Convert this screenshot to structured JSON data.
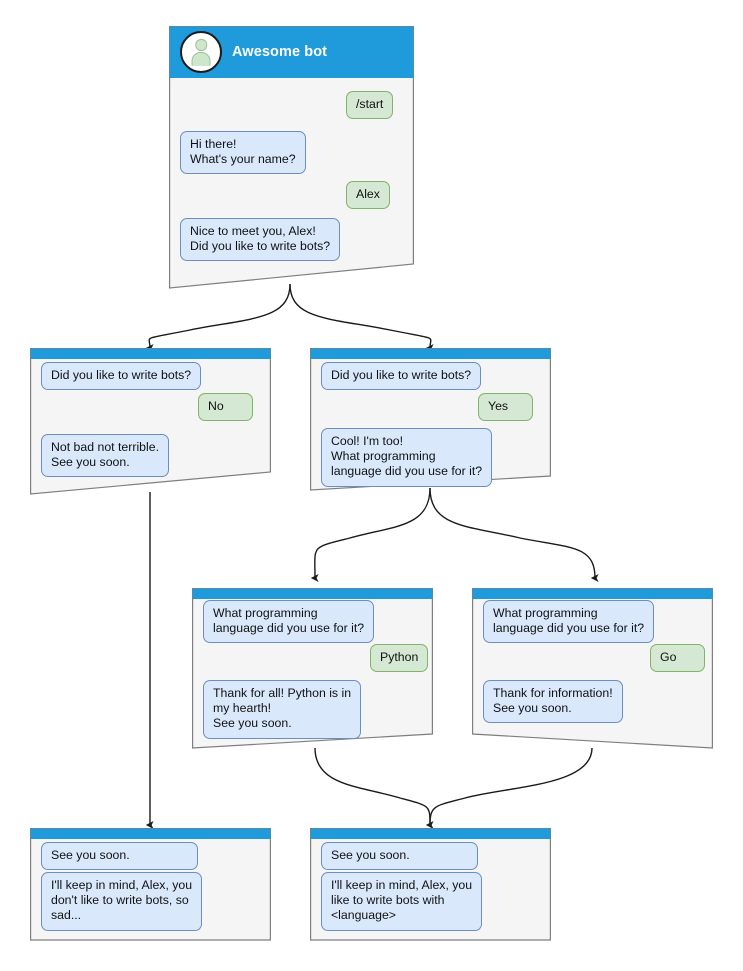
{
  "diagram": {
    "title": "Awesome bot conversation flow",
    "type": "bot-dialog-flowchart"
  },
  "colors": {
    "header_blue": "#1f9ada",
    "card_bg": "#f5f5f5",
    "card_border": "#7f7f7f",
    "bot_bubble_bg": "#dae8fc",
    "bot_bubble_border": "#6c8ebf",
    "user_bubble_bg": "#d5e8d4",
    "user_bubble_border": "#82b366",
    "edge": "#1a1a1a",
    "avatar_fill": "#cfe6cc"
  },
  "cards": [
    {
      "id": "root",
      "header": {
        "title": "Awesome bot",
        "avatar": "person-avatar-icon",
        "show": true
      },
      "messages": [
        {
          "from": "user",
          "text": "/start"
        },
        {
          "from": "bot",
          "text": "Hi there!\nWhat's your name?"
        },
        {
          "from": "user",
          "text": "Alex"
        },
        {
          "from": "bot",
          "text": "Nice to meet you, Alex!\nDid you like to write bots?"
        }
      ]
    },
    {
      "id": "no-branch",
      "header": {
        "title": "",
        "avatar": "",
        "show": false
      },
      "messages": [
        {
          "from": "bot",
          "text": "Did you like to write bots?"
        },
        {
          "from": "user",
          "text": "No"
        },
        {
          "from": "bot",
          "text": "Not bad not terrible.\nSee you soon."
        }
      ]
    },
    {
      "id": "yes-branch",
      "header": {
        "title": "",
        "avatar": "",
        "show": false
      },
      "messages": [
        {
          "from": "bot",
          "text": "Did you like to write bots?"
        },
        {
          "from": "user",
          "text": "Yes"
        },
        {
          "from": "bot",
          "text": "Cool! I'm too!\nWhat programming\nlanguage did you use for it?"
        }
      ]
    },
    {
      "id": "python-branch",
      "header": {
        "title": "",
        "avatar": "",
        "show": false
      },
      "messages": [
        {
          "from": "bot",
          "text": "What programming\nlanguage did you use for it?"
        },
        {
          "from": "user",
          "text": "Python"
        },
        {
          "from": "bot",
          "text": "Thank for all! Python is in\nmy hearth!\nSee you soon."
        }
      ]
    },
    {
      "id": "go-branch",
      "header": {
        "title": "",
        "avatar": "",
        "show": false
      },
      "messages": [
        {
          "from": "bot",
          "text": "What programming\nlanguage did you use for it?"
        },
        {
          "from": "user",
          "text": "Go"
        },
        {
          "from": "bot",
          "text": "Thank for information!\nSee you soon."
        }
      ]
    },
    {
      "id": "end-sad",
      "header": {
        "title": "",
        "avatar": "",
        "show": false
      },
      "messages": [
        {
          "from": "bot",
          "text": "See you soon."
        },
        {
          "from": "bot",
          "text": "I'll keep in mind, Alex, you\ndon't like to write bots, so\nsad..."
        }
      ]
    },
    {
      "id": "end-happy",
      "header": {
        "title": "",
        "avatar": "",
        "show": false
      },
      "messages": [
        {
          "from": "bot",
          "text": "See you soon."
        },
        {
          "from": "bot",
          "text": "I'll keep in mind, Alex, you\nlike to write bots with\n<language>"
        }
      ]
    }
  ]
}
